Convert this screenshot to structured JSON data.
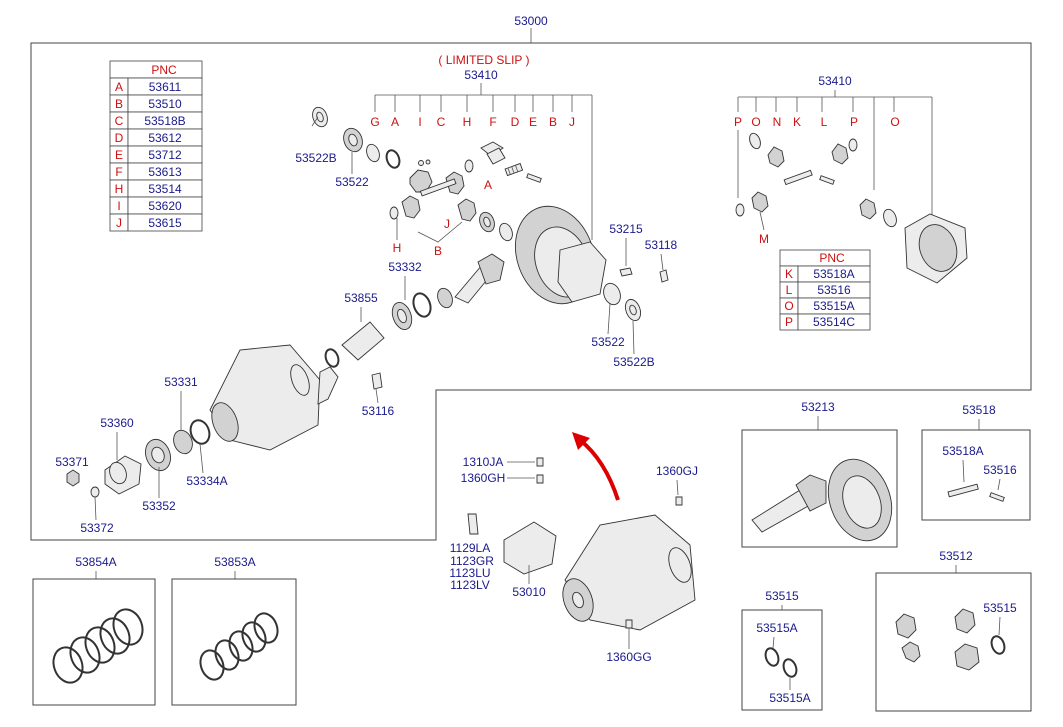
{
  "diagram": {
    "top_code": "53000",
    "limited_slip_note": "( LIMITED SLIP )",
    "pnc_table_left": {
      "header": "PNC",
      "rows": [
        {
          "key": "A",
          "pnc": "53611"
        },
        {
          "key": "B",
          "pnc": "53510"
        },
        {
          "key": "C",
          "pnc": "53518B"
        },
        {
          "key": "D",
          "pnc": "53612"
        },
        {
          "key": "E",
          "pnc": "53712"
        },
        {
          "key": "F",
          "pnc": "53613"
        },
        {
          "key": "H",
          "pnc": "53514"
        },
        {
          "key": "I",
          "pnc": "53620"
        },
        {
          "key": "J",
          "pnc": "53615"
        }
      ]
    },
    "pnc_table_right": {
      "header": "PNC",
      "rows": [
        {
          "key": "K",
          "pnc": "53518A"
        },
        {
          "key": "L",
          "pnc": "53516"
        },
        {
          "key": "O",
          "pnc": "53515A"
        },
        {
          "key": "P",
          "pnc": "53514C"
        }
      ]
    },
    "part_labels": {
      "p53410_left": "53410",
      "p53410_right": "53410",
      "p53522B_a": "53522B",
      "p53522_a": "53522",
      "p53332": "53332",
      "p53855": "53855",
      "p53215": "53215",
      "p53118": "53118",
      "p53522_b": "53522",
      "p53522B_b": "53522B",
      "p53331": "53331",
      "p53116": "53116",
      "p53360": "53360",
      "p53371": "53371",
      "p53352": "53352",
      "p53334A": "53334A",
      "p53372": "53372",
      "p1310JA": "1310JA",
      "p1360GH": "1360GH",
      "p1360GJ": "1360GJ",
      "p1129LA": "1129LA",
      "p1123GR": "1123GR",
      "p1123LU": "1123LU",
      "p1123LV": "1123LV",
      "p53010": "53010",
      "p1360GG": "1360GG",
      "p53213": "53213",
      "p53518": "53518",
      "p53518A": "53518A",
      "p53516": "53516",
      "p53512": "53512",
      "p53515_box": "53515",
      "p53515_in": "53515",
      "p53515A_a": "53515A",
      "p53515A_b": "53515A",
      "p53854A": "53854A",
      "p53853A": "53853A"
    },
    "letter_labels": {
      "lG": "G",
      "lA": "A",
      "lI": "I",
      "lC": "C",
      "lH": "H",
      "lF": "F",
      "lD": "D",
      "lE": "E",
      "lB": "B",
      "lJ": "J",
      "lA2": "A",
      "lH2": "H",
      "lB2": "B",
      "lJ2": "J",
      "rP": "P",
      "rO": "O",
      "rN": "N",
      "rK": "K",
      "rL": "L",
      "rP2": "P",
      "rO2": "O",
      "rM": "M"
    }
  }
}
